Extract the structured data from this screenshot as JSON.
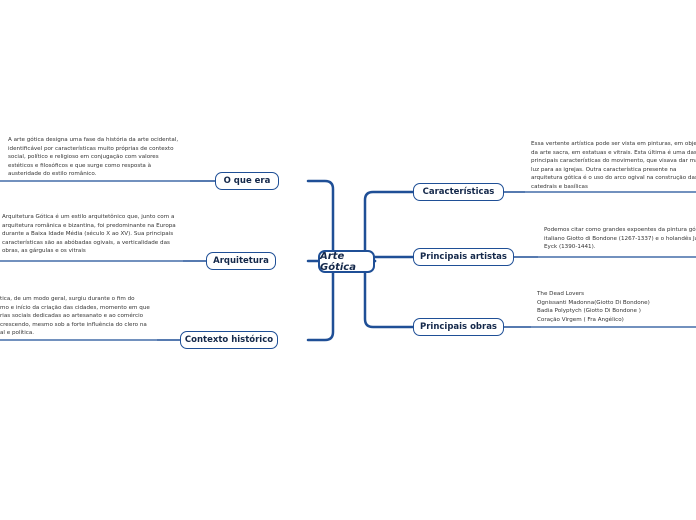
{
  "map": {
    "center": "Arte Gótica",
    "left": [
      {
        "label": "O que era",
        "note": [
          "A arte gótica designa uma fase da história da arte ocidental,",
          "identificável por características muito próprias de contexto",
          "social, político e religioso em conjugação com valores",
          "estéticos e filosóficos e que surge como resposta à",
          "austeridade do estilo românico."
        ]
      },
      {
        "label": "Arquitetura",
        "note": [
          "Arquitetura Gótica é um estilo arquitetônico que, junto com a",
          "arquitetura românica e bizantina, foi predominante na Europa",
          "durante a Baixa Idade Média (século X ao XV). Sua principais",
          "características são as abóbadas ogivais, a verticalidade das",
          "obras, as gárgulas e os vitrais"
        ]
      },
      {
        "label": "Contexto histórico",
        "note": [
          "tica, de um modo geral, surgiu durante o fim do",
          "mo e início da criação das cidades, momento em que",
          "rias sociais dedicadas ao artesanato e ao comércio",
          "crescendo, mesmo sob a forte influência do clero na",
          "al e política."
        ]
      }
    ],
    "right": [
      {
        "label": "Características",
        "note": [
          "Essa vertente artística pode ser vista em pinturas, em objet",
          "da arte sacra, em estatuas e vitrais. Esta última é uma das",
          "principais características do movimento, que visava dar ma",
          "luz para as igrejas. Outra característica presente na",
          "arquitetura gótica é o uso do arco ogival na construção das",
          "catedrais e basílicas"
        ]
      },
      {
        "label": "Principais artistas",
        "note": [
          "Podemos citar como grandes expoentes da pintura góti",
          "italiano Giotto di Bondone (1267-1337) e o holandês Ja",
          "Eyck (1390-1441)."
        ]
      },
      {
        "label": "Principais obras",
        "note": [
          "The Dead Lovers",
          "Ognissanti Madonna(Giotto Di Bondone)",
          "Badia Polyptych (Giotto Di Bondone )",
          "Coração Virgem ( Fra Angélico)"
        ]
      }
    ]
  },
  "colors": {
    "line": "#1f4f96",
    "border": "#1f4f96",
    "text": "#14284a",
    "note": "#333333"
  }
}
